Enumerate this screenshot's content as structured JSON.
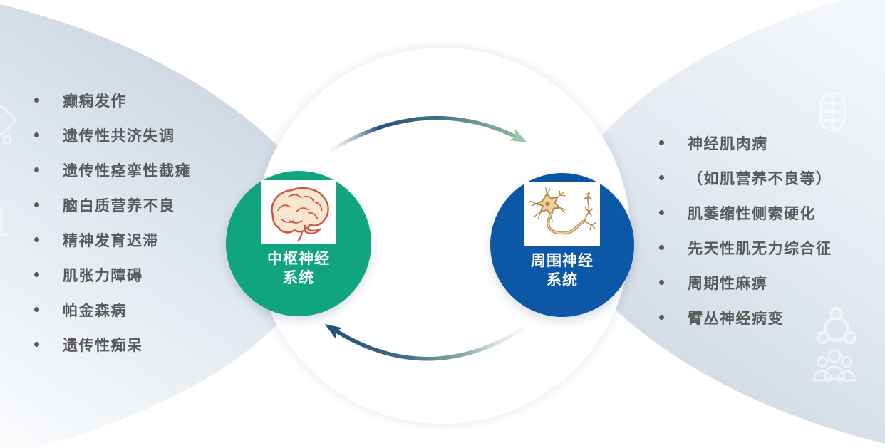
{
  "diagram": {
    "type": "cycle-diagram",
    "cns": {
      "title_line1": "中枢神经",
      "title_line2": "系统",
      "circle_color": "#10A57E",
      "illustration": "brain-illustration",
      "diseases": [
        "癫痫发作",
        "遗传性共济失调",
        "遗传性痉挛性截瘫",
        "脑白质营养不良",
        "精神发育迟滞",
        "肌张力障碍",
        "帕金森病",
        "遗传性痴呆"
      ]
    },
    "pns": {
      "title_line1": "周围神经",
      "title_line2": "系统",
      "circle_color": "#0C57A6",
      "illustration": "neuron-illustration",
      "diseases": [
        "神经肌肉病",
        "（如肌营养不良等）",
        "肌萎缩性侧索硬化",
        "先天性肌无力综合征",
        "周期性麻痹",
        "臂丛神经病变"
      ]
    },
    "arrows": {
      "top": {
        "direction": "left-to-right",
        "colors": [
          "#24517B",
          "#93BD9E"
        ]
      },
      "bottom": {
        "direction": "right-to-left",
        "colors": [
          "#93BD9E",
          "#24517B"
        ]
      }
    },
    "colors": {
      "text": "#595959",
      "panel_dark": "#C9D3DF",
      "panel_light": "#F7F9FB"
    },
    "decorative_icons": [
      "molecule-fragment-icon",
      "flask-fragment-icon",
      "dna-array-icon",
      "molecule-cluster-icon",
      "people-group-icon"
    ]
  }
}
